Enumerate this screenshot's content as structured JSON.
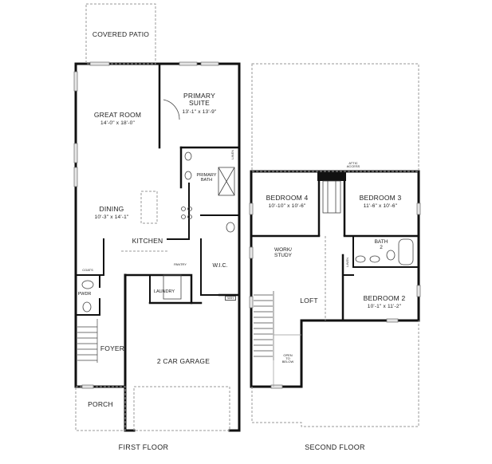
{
  "first_floor": {
    "title": "FIRST FLOOR",
    "rooms": {
      "covered_patio": {
        "name": "COVERED PATIO"
      },
      "great_room": {
        "name": "GREAT ROOM",
        "dims": "14'-0\" x 18'-0\""
      },
      "primary_suite": {
        "name_line1": "PRIMARY",
        "name_line2": "SUITE",
        "dims": "13'-1\" x 13'-9\""
      },
      "primary_bath": {
        "name_line1": "PRIMARY",
        "name_line2": "BATH"
      },
      "linen": {
        "name": "LINEN"
      },
      "dining": {
        "name": "DINING",
        "dims": "10'-3\" x 14'-1\""
      },
      "kitchen": {
        "name": "KITCHEN"
      },
      "pantry": {
        "name": "PANTRY"
      },
      "wic": {
        "name": "W.I.C."
      },
      "coats": {
        "name": "COATS"
      },
      "pwdr": {
        "name": "PWDR"
      },
      "laundry": {
        "name": "LAUNDRY"
      },
      "wh": {
        "name": "W/H"
      },
      "foyer": {
        "name": "FOYER"
      },
      "garage": {
        "name": "2 CAR GARAGE"
      },
      "porch": {
        "name": "PORCH"
      }
    }
  },
  "second_floor": {
    "title": "SECOND FLOOR",
    "rooms": {
      "attic_access": {
        "line1": "ATTIC",
        "line2": "ACCESS"
      },
      "bedroom4": {
        "name": "BEDROOM 4",
        "dims": "10'-10\" x 10'-6\""
      },
      "bedroom3": {
        "name": "BEDROOM 3",
        "dims": "11'-6\" x 10'-6\""
      },
      "work_study": {
        "name_line1": "WORK/",
        "name_line2": "STUDY"
      },
      "bath2": {
        "name_line1": "BATH",
        "name_line2": "2"
      },
      "linen": {
        "name": "LINEN"
      },
      "loft": {
        "name": "LOFT"
      },
      "bedroom2": {
        "name": "BEDROOM 2",
        "dims": "10'-1\" x 11'-2\""
      },
      "open_to_below": {
        "line1": "OPEN",
        "line2": "TO",
        "line3": "BELOW"
      }
    }
  },
  "colors": {
    "wall": "#111111",
    "dashed": "#9a9a9a",
    "window": "#c8c8c8",
    "background": "#ffffff"
  }
}
